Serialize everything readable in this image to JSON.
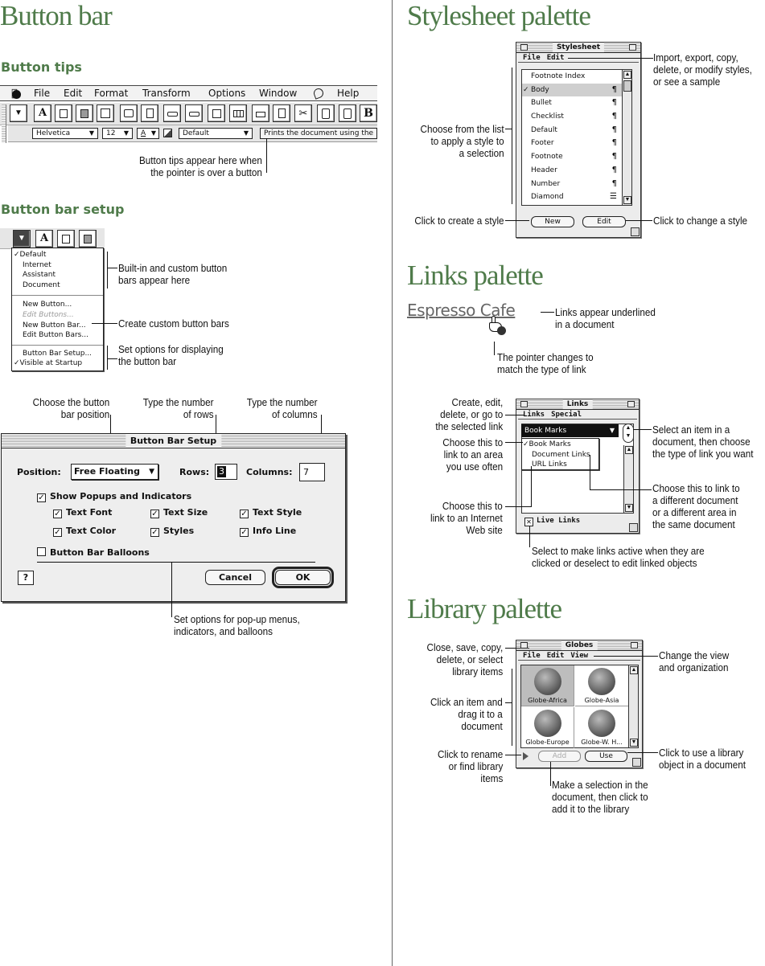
{
  "left": {
    "title": "Button bar",
    "tips_heading": "Button tips",
    "setup_heading": "Button bar setup",
    "menubar": [
      "File",
      "Edit",
      "Format",
      "Transform",
      "Options",
      "Window",
      "Help"
    ],
    "format_bar": {
      "font": "Helvetica",
      "size": "12",
      "style": "A",
      "stylesheet": "Default",
      "tip": "Prints the document using the"
    },
    "tips_caption": [
      "Button tips appear here when",
      "the pointer is over a button"
    ],
    "dropdown": {
      "bars": [
        "Default",
        "Internet",
        "Assistant",
        "Document"
      ],
      "actions": [
        "New Button...",
        "Edit Buttons...",
        "New Button Bar...",
        "Edit Button Bars..."
      ],
      "options": [
        "Button Bar Setup...",
        "Visible at Startup"
      ]
    },
    "cap_builtin": [
      "Built-in and custom button",
      "bars appear here"
    ],
    "cap_create": "Create custom button bars",
    "cap_options": [
      "Set options for displaying",
      "the button bar"
    ],
    "cap_position": [
      "Choose the button",
      "bar position"
    ],
    "cap_rows": [
      "Type the number",
      "of rows"
    ],
    "cap_columns": [
      "Type the number",
      "of columns"
    ],
    "dialog": {
      "title": "Button Bar Setup",
      "position_label": "Position:",
      "position_value": "Free Floating",
      "rows_label": "Rows:",
      "rows_value": "3",
      "columns_label": "Columns:",
      "columns_value": "7",
      "show_popups": "Show Popups and Indicators",
      "checks": [
        "Text Font",
        "Text Size",
        "Text Style",
        "Text Color",
        "Styles",
        "Info Line"
      ],
      "balloons": "Button Bar Balloons",
      "help": "?",
      "cancel": "Cancel",
      "ok": "OK"
    },
    "cap_popups": [
      "Set options for pop-up menus,",
      "indicators, and balloons"
    ]
  },
  "stylesheet": {
    "title": "Stylesheet palette",
    "window_title": "Stylesheet",
    "menus": [
      "File",
      "Edit"
    ],
    "styles": [
      "Footnote Index",
      "Body",
      "Bullet",
      "Checklist",
      "Default",
      "Footer",
      "Footnote",
      "Header",
      "Number",
      "Diamond"
    ],
    "new_label": "New",
    "edit_label": "Edit",
    "cap_import": [
      "Import, export, copy,",
      "delete, or modify styles,",
      "or see a sample"
    ],
    "cap_choose": [
      "Choose from the list",
      "to apply a style to",
      "a selection"
    ],
    "cap_create": "Click to create a style",
    "cap_change": "Click to change a style"
  },
  "links": {
    "title": "Links palette",
    "sample_link": "Espresso Cafe",
    "cap_underlined": [
      "Links appear underlined",
      "in a document"
    ],
    "cap_pointer": [
      "The pointer changes to",
      "match the type of link"
    ],
    "window_title": "Links",
    "menus": [
      "Links",
      "Special"
    ],
    "popup_value": "Book Marks",
    "popup_items": [
      "Book Marks",
      "Document Links",
      "URL Links"
    ],
    "live_links": "Live Links",
    "cap_create_edit": [
      "Create, edit,",
      "delete, or go to",
      "the selected link"
    ],
    "cap_select_item": [
      "Select an item in a",
      "document, then choose",
      "the type of link you want"
    ],
    "cap_area": [
      "Choose this to",
      "link to an area",
      "you use often"
    ],
    "cap_internet": [
      "Choose this to",
      "link to an Internet",
      "Web site"
    ],
    "cap_doc": [
      "Choose this to link to",
      "a different document",
      "or a different area in",
      "the same document"
    ],
    "cap_live": [
      "Select to make links active when they are",
      "clicked or deselect to edit linked objects"
    ]
  },
  "library": {
    "title": "Library palette",
    "window_title": "Globes",
    "menus": [
      "File",
      "Edit",
      "View"
    ],
    "items": [
      "Globe-Africa",
      "Globe-Asia",
      "Globe-Europe",
      "Globe-W. H..."
    ],
    "add_label": "Add",
    "use_label": "Use",
    "cap_close": [
      "Close, save, copy,",
      "delete, or select",
      "library items"
    ],
    "cap_view": [
      "Change the view",
      "and organization"
    ],
    "cap_drag": [
      "Click an item and",
      "drag it to a",
      "document"
    ],
    "cap_rename": [
      "Click to rename",
      "or find library",
      "items"
    ],
    "cap_use": [
      "Click to use a library",
      "object in a document"
    ],
    "cap_add": [
      "Make a selection in the",
      "document, then click to",
      "add it to the library"
    ]
  }
}
